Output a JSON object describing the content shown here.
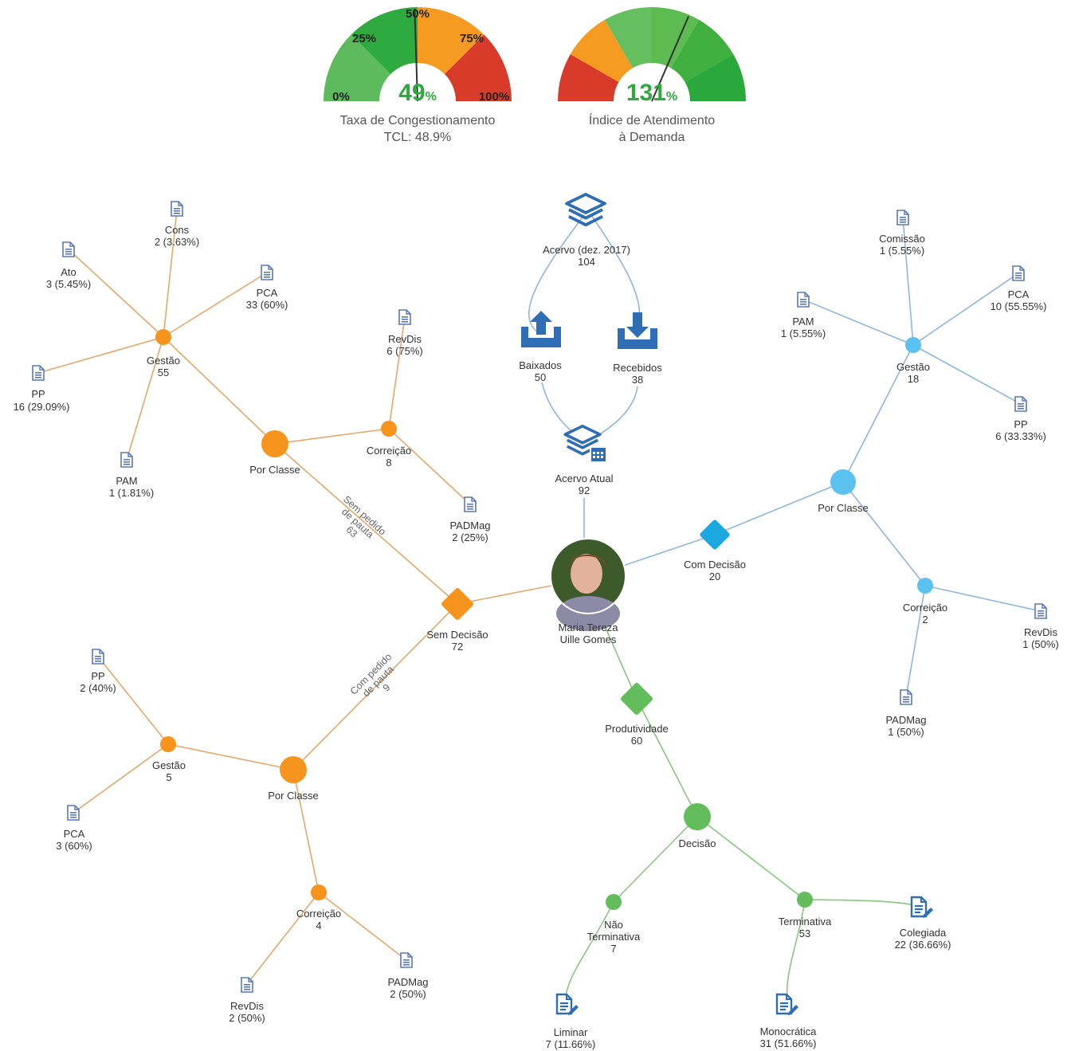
{
  "gauges": [
    {
      "id": "congestionamento",
      "value_percent": 49,
      "value_text": "49",
      "unit": "%",
      "caption_line1": "Taxa de Congestionamento",
      "caption_line2": "TCL: 48.9%",
      "tick_labels": [
        "0%",
        "25%",
        "50%",
        "75%",
        "100%"
      ],
      "needle_fraction": 0.49,
      "segment_colors": [
        "#5dbb5d",
        "#2eaa3f",
        "#f59b22",
        "#d83b2a"
      ],
      "value_color": "#2eaa3f"
    },
    {
      "id": "atendimento",
      "value_percent": 131,
      "value_text": "131",
      "unit": "%",
      "caption_line1": "Índice de Atendimento",
      "caption_line2": "à Demanda",
      "needle_fraction": 0.63,
      "segment_colors": [
        "#d83b2a",
        "#f59b22",
        "#66bf5f",
        "#5cbc52",
        "#3faf3f",
        "#2aa83c"
      ],
      "value_color": "#2eaa3f"
    }
  ],
  "colors": {
    "orange": "#f7941d",
    "orange_edge": "#e8a76a",
    "blue_light": "#5bc2ef",
    "blue_edge": "#8fb6de",
    "blue_diamond": "#1ba7df",
    "blue_icon": "#2f6db5",
    "green": "#62bd5a",
    "green_edge": "#86c97e",
    "doc_icon": "#5a78b8"
  },
  "center": {
    "name_line1": "Maria Tereza",
    "name_line2": "Uille Gomes"
  },
  "acervo": {
    "dez": {
      "label": "Acervo (dez. 2017)",
      "value": "104"
    },
    "baixados": {
      "label": "Baixados",
      "value": "50"
    },
    "recebidos": {
      "label": "Recebidos",
      "value": "38"
    },
    "atual": {
      "label": "Acervo Atual",
      "value": "92"
    }
  },
  "sem_decisao": {
    "label": "Sem Decisão",
    "value": "72",
    "edge_top": [
      "Sem pedido",
      "de pauta",
      "63"
    ],
    "edge_bottom": [
      "Com pedido",
      "de pauta",
      "9"
    ],
    "top_por_classe": "Por Classe",
    "top_gestao": {
      "label": "Gestão",
      "value": "55"
    },
    "top_correicao": {
      "label": "Correição",
      "value": "8"
    },
    "top_gestao_docs": [
      {
        "label": "Cons",
        "value": "2 (3.63%)"
      },
      {
        "label": "Ato",
        "value": "3 (5.45%)"
      },
      {
        "label": "PCA",
        "value": "33 (60%)"
      },
      {
        "label": "PP",
        "value": "16 (29.09%)"
      },
      {
        "label": "PAM",
        "value": "1 (1.81%)"
      }
    ],
    "top_correicao_docs": [
      {
        "label": "RevDis",
        "value": "6 (75%)"
      },
      {
        "label": "PADMag",
        "value": "2 (25%)"
      }
    ],
    "bottom_por_classe": "Por Classe",
    "bottom_gestao": {
      "label": "Gestão",
      "value": "5"
    },
    "bottom_correicao": {
      "label": "Correição",
      "value": "4"
    },
    "bottom_gestao_docs": [
      {
        "label": "PP",
        "value": "2 (40%)"
      },
      {
        "label": "PCA",
        "value": "3 (60%)"
      }
    ],
    "bottom_correicao_docs": [
      {
        "label": "RevDis",
        "value": "2 (50%)"
      },
      {
        "label": "PADMag",
        "value": "2 (50%)"
      }
    ]
  },
  "com_decisao": {
    "label": "Com Decisão",
    "value": "20",
    "por_classe": "Por Classe",
    "gestao": {
      "label": "Gestão",
      "value": "18"
    },
    "correicao": {
      "label": "Correição",
      "value": "2"
    },
    "gestao_docs": [
      {
        "label": "Comissão",
        "value": "1 (5.55%)"
      },
      {
        "label": "PCA",
        "value": "10 (55.55%)"
      },
      {
        "label": "PAM",
        "value": "1 (5.55%)"
      },
      {
        "label": "PP",
        "value": "6 (33.33%)"
      }
    ],
    "correicao_docs": [
      {
        "label": "RevDis",
        "value": "1 (50%)"
      },
      {
        "label": "PADMag",
        "value": "1 (50%)"
      }
    ]
  },
  "produtividade": {
    "label": "Produtividade",
    "value": "60",
    "decisao": "Decisão",
    "nao_terminativa": {
      "line1": "Não",
      "line2": "Terminativa",
      "value": "7"
    },
    "terminativa": {
      "label": "Terminativa",
      "value": "53"
    },
    "liminar": {
      "label": "Liminar",
      "value": "7 (11.66%)"
    },
    "colegiada": {
      "label": "Colegiada",
      "value": "22 (36.66%)"
    },
    "monocratica": {
      "label": "Monocrática",
      "value": "31 (51.66%)"
    }
  }
}
